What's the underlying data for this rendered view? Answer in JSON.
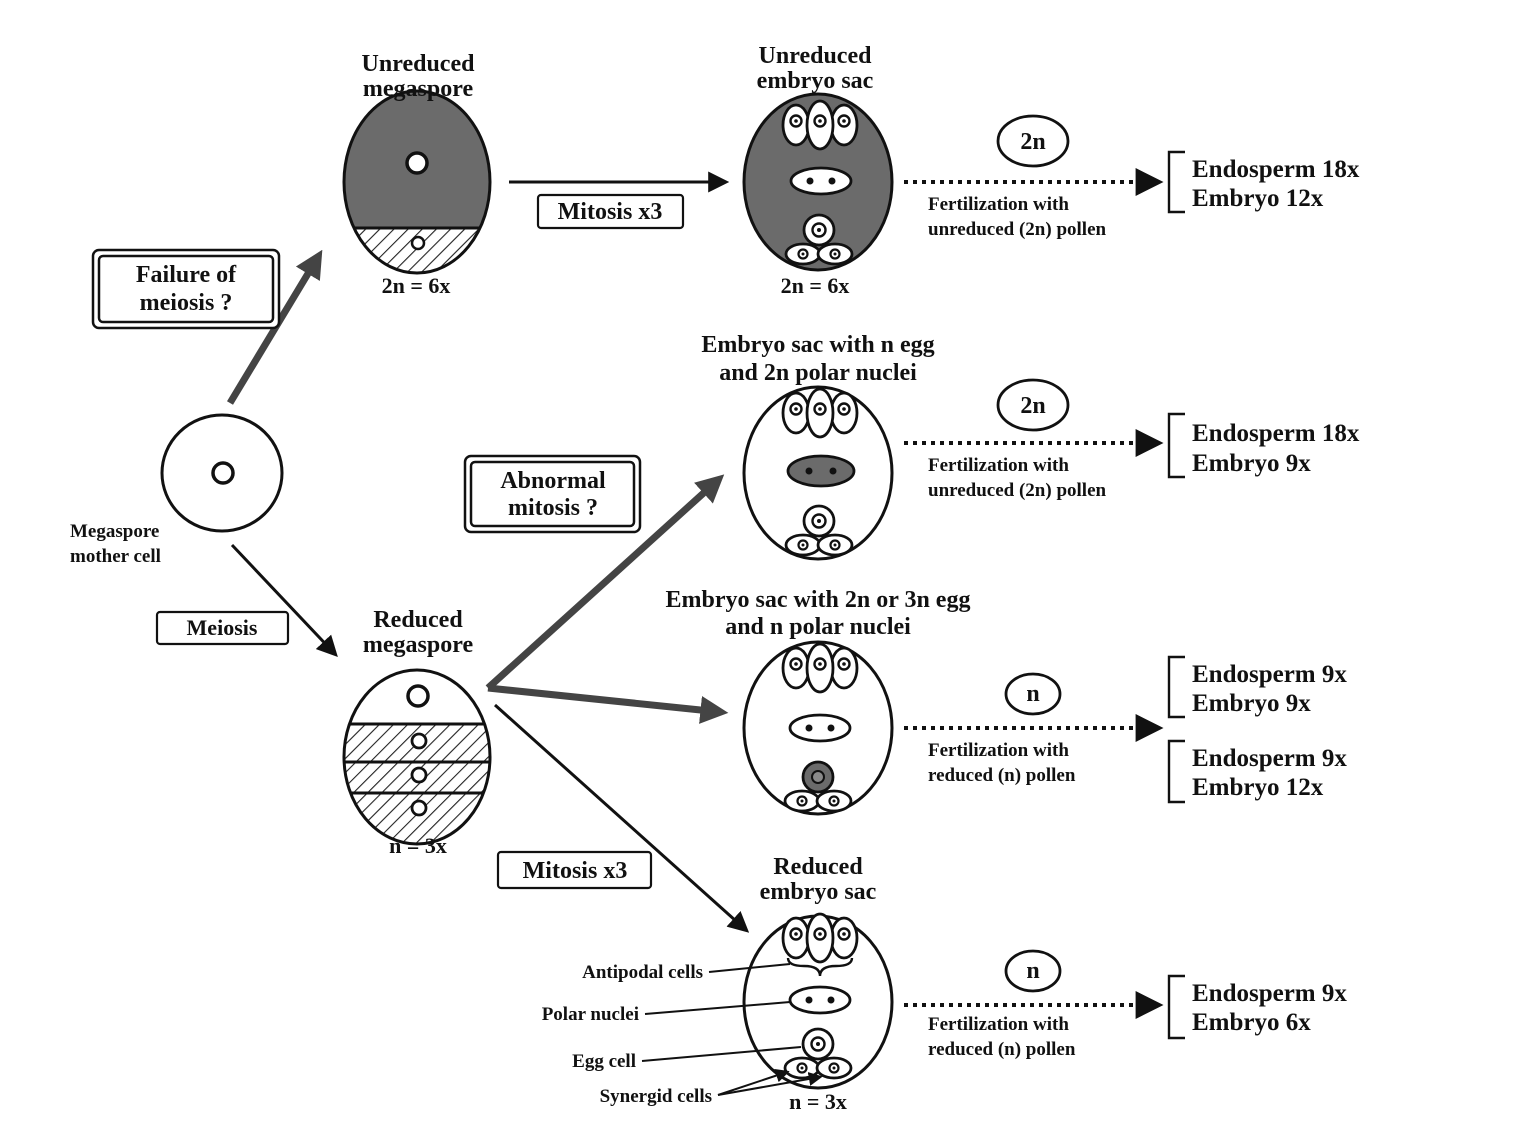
{
  "labels": {
    "unreduced_megaspore": [
      "Unreduced",
      "megaspore"
    ],
    "unreduced_embryo_sac": [
      "Unreduced",
      "embryo sac"
    ],
    "embryo_sac_n_egg": [
      "Embryo sac with n egg",
      "and 2n polar nuclei"
    ],
    "embryo_sac_2n3n_egg": [
      "Embryo sac with 2n or 3n egg",
      "and n polar nuclei"
    ],
    "reduced_megaspore": [
      "Reduced",
      "megaspore"
    ],
    "reduced_embryo_sac": [
      "Reduced",
      "embryo sac"
    ],
    "megaspore_mother_cell": [
      "Megaspore",
      "mother cell"
    ]
  },
  "boxes": {
    "failure_of_meiosis": [
      "Failure of",
      "meiosis ?"
    ],
    "abnormal_mitosis": [
      "Abnormal",
      "mitosis ?"
    ],
    "meiosis": "Meiosis",
    "mitosis_top": "Mitosis x3",
    "mitosis_bottom": "Mitosis x3"
  },
  "ploidy": {
    "unreduced_megaspore": "2n = 6x",
    "unreduced_embryo_sac": "2n = 6x",
    "reduced_megaspore": "n = 3x",
    "reduced_embryo_sac": "n = 3x"
  },
  "pollen": {
    "row1": {
      "circle": "2n",
      "text": [
        "Fertilization with",
        "unreduced (2n) pollen"
      ]
    },
    "row2": {
      "circle": "2n",
      "text": [
        "Fertilization with",
        "unreduced (2n) pollen"
      ]
    },
    "row3": {
      "circle": "n",
      "text": [
        "Fertilization with",
        "reduced (n) pollen"
      ]
    },
    "row4": {
      "circle": "n",
      "text": [
        "Fertilization with",
        "reduced (n) pollen"
      ]
    }
  },
  "results": {
    "row1": [
      "Endosperm 18x",
      "Embryo 12x"
    ],
    "row2": [
      "Endosperm 18x",
      "Embryo 9x"
    ],
    "row3a": [
      "Endosperm 9x",
      "Embryo 9x"
    ],
    "row3b": [
      "Endosperm 9x",
      "Embryo 12x"
    ],
    "row4": [
      "Endosperm 9x",
      "Embryo 6x"
    ]
  },
  "parts": {
    "antipodal": "Antipodal cells",
    "polar": "Polar nuclei",
    "egg": "Egg cell",
    "synergid": "Synergid cells"
  }
}
